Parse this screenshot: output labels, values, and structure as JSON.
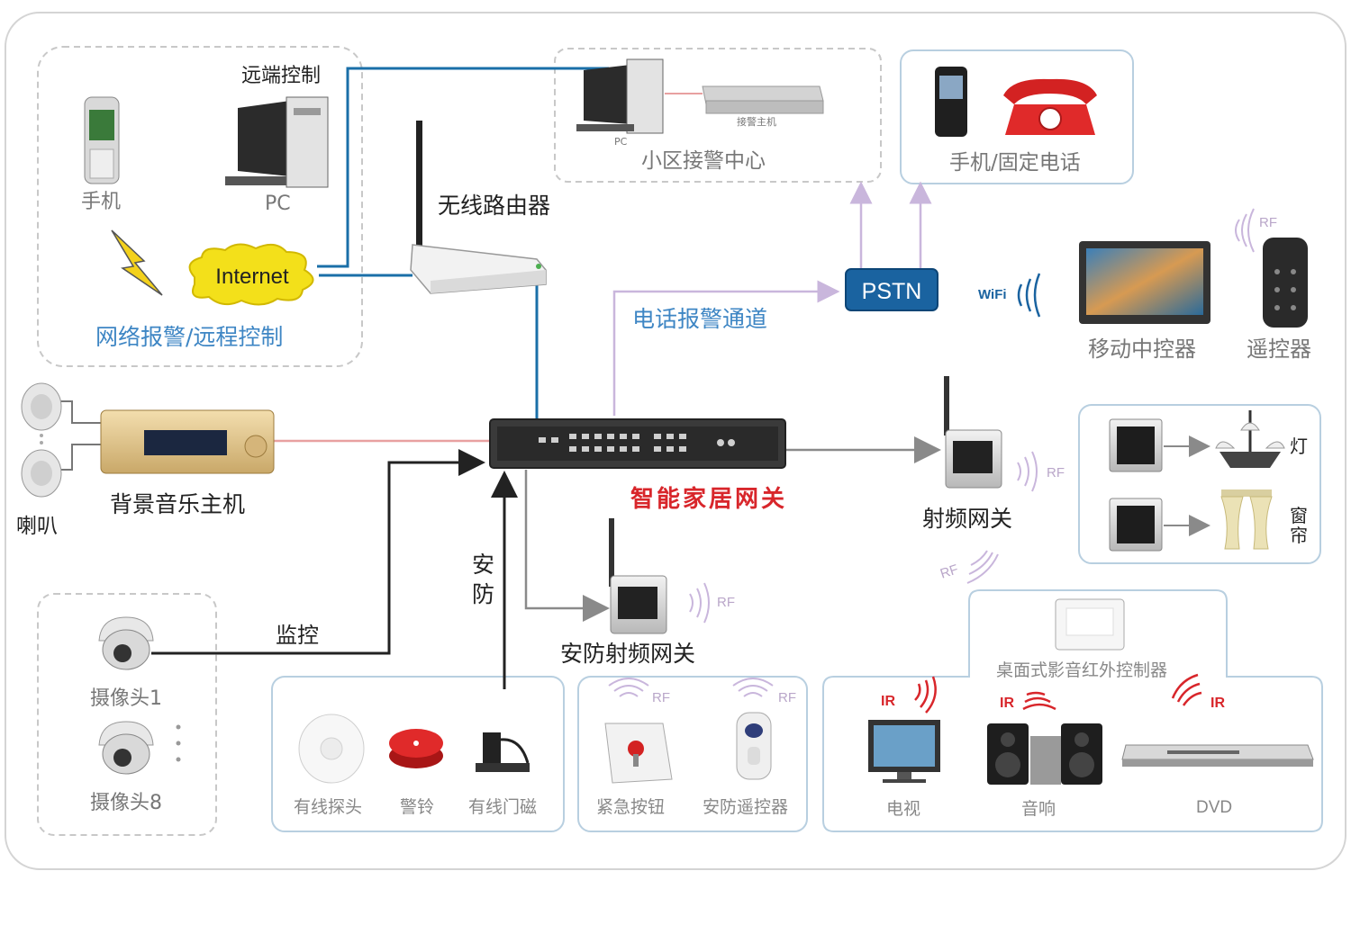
{
  "labels": {
    "remote_control": "远端控制",
    "phone": "手机",
    "pc": "PC",
    "internet": "Internet",
    "net_alarm": "网络报警/远程控制",
    "wireless_router": "无线路由器",
    "community_center": "小区接警中心",
    "pc_small": "PC",
    "alarm_host": "接警主机",
    "phone_landline": "手机/固定电话",
    "pstn": "PSTN",
    "phone_alarm_channel": "电话报警通道",
    "wifi": "WiFi",
    "rf": "RF",
    "mobile_controller": "移动中控器",
    "remote": "遥控器",
    "speaker": "喇叭",
    "bg_music_host": "背景音乐主机",
    "gateway": "智能家居网关",
    "rf_gateway": "射频网关",
    "lamp": "灯",
    "curtain": "窗帘",
    "security": "安防",
    "monitor": "监控",
    "security_rf_gateway": "安防射频网关",
    "camera1": "摄像头1",
    "camera8": "摄像头8",
    "desktop_ir": "桌面式影音红外控制器",
    "ir": "IR",
    "wired_detector": "有线探头",
    "alarm_bell": "警铃",
    "wired_door": "有线门磁",
    "emergency_button": "紧急按钮",
    "security_remote": "安防遥控器",
    "tv": "电视",
    "audio": "音响",
    "dvd": "DVD"
  },
  "colors": {
    "network_line": "#1a6fa8",
    "phone_line": "#c9b6dc",
    "audio_line": "#e8a0a0",
    "control_line": "#222222",
    "rf_line": "#8a8a8a",
    "pstn_fill": "#1a63a0",
    "gateway_title": "#d8262b",
    "caption_blue": "#3e86c4"
  }
}
